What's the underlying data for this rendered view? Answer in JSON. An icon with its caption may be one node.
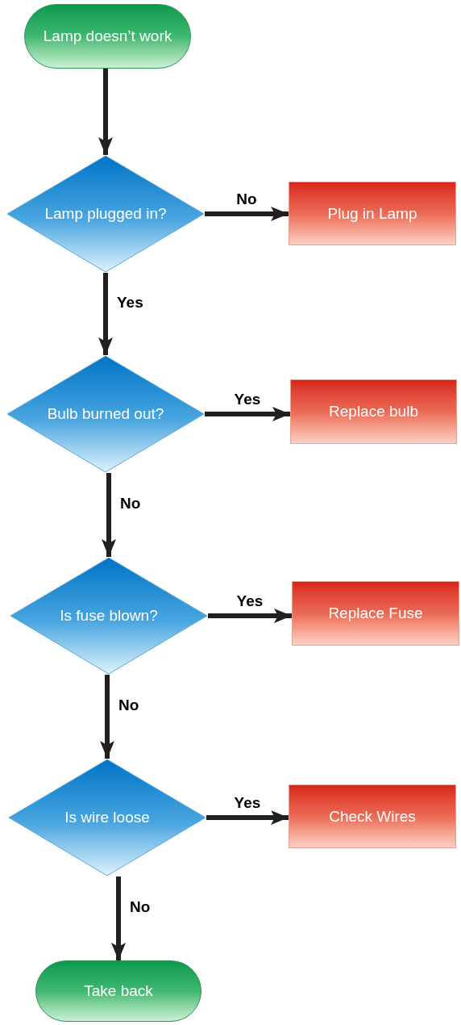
{
  "diagram": {
    "nodes": [
      {
        "text": [
          "Lamp doesn’t work"
        ]
      },
      {
        "text": [
          "Lamp plugged in?"
        ]
      },
      {
        "text": [
          "Plug in Lamp"
        ]
      },
      {
        "text": [
          "Bulb burned out?"
        ]
      },
      {
        "text": [
          "Replace bulb"
        ]
      },
      {
        "text": [
          "Is fuse blown?"
        ]
      },
      {
        "text": [
          "Replace Fuse"
        ]
      },
      {
        "text": [
          "Is wire loose"
        ]
      },
      {
        "text": [
          "Check Wires"
        ]
      },
      {
        "text": [
          "Take back"
        ]
      }
    ],
    "edges": [
      {
        "from": 0,
        "to": 1,
        "arrow": "to"
      },
      {
        "from": 1,
        "to": 2,
        "arrow": "to",
        "label": "No"
      },
      {
        "from": 1,
        "to": 3,
        "arrow": "to",
        "label": "Yes"
      },
      {
        "from": 3,
        "to": 4,
        "arrow": "to",
        "label": "Yes"
      },
      {
        "from": 3,
        "to": 5,
        "arrow": "to",
        "label": "No"
      },
      {
        "from": 5,
        "to": 6,
        "arrow": "to",
        "label": "Yes"
      },
      {
        "from": 5,
        "to": 7,
        "arrow": "to",
        "label": "No"
      },
      {
        "from": 7,
        "to": 8,
        "arrow": "to",
        "label": "Yes"
      },
      {
        "from": 7,
        "to": 9,
        "arrow": "to",
        "label": "No"
      }
    ]
  }
}
